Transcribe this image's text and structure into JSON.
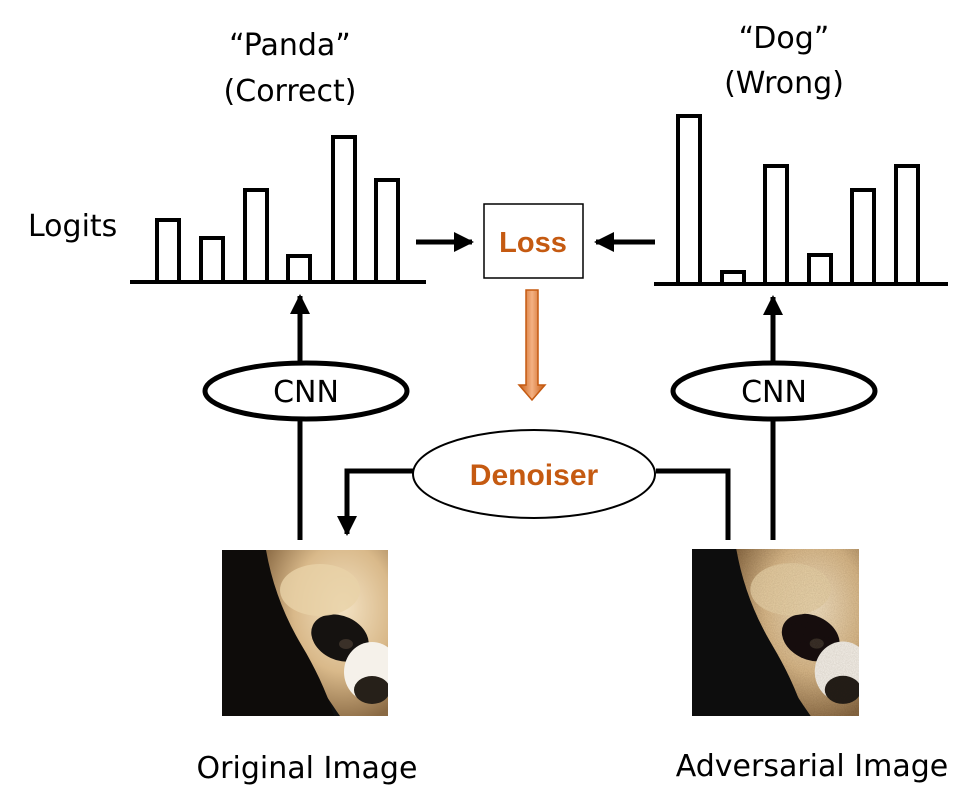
{
  "left_label": {
    "line1": "“Panda”",
    "line2": "(Correct)"
  },
  "right_label": {
    "line1": "“Dog”",
    "line2": "(Wrong)"
  },
  "logits_label": "Logits",
  "loss_label": "Loss",
  "denoiser_label": "Denoiser",
  "cnn_left_label": "CNN",
  "cnn_right_label": "CNN",
  "original_caption": "Original Image",
  "adversarial_caption": "Adversarial Image",
  "accent_color": "#c55a11",
  "chart_data": [
    {
      "type": "bar",
      "values": [
        62,
        44,
        92,
        26,
        145,
        102
      ]
    },
    {
      "type": "bar",
      "values": [
        168,
        12,
        118,
        29,
        94,
        118
      ]
    }
  ]
}
